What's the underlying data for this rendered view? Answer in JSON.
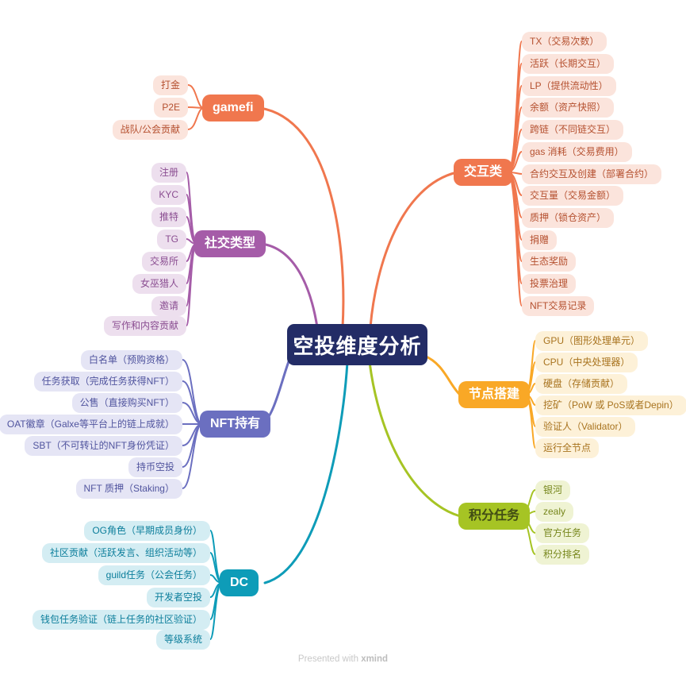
{
  "central": {
    "label": "空投维度分析",
    "bg": "#232C66",
    "text_color": "#FFFFFF"
  },
  "watermark": {
    "prefix": "Presented with ",
    "brand": "xmind"
  },
  "branches": [
    {
      "label": "gamefi",
      "side": "left",
      "color": "#F0774E",
      "child_bg": "#FBE4DC",
      "child_text": "#B5502F",
      "children": [
        "打金",
        "P2E",
        "战队/公会贡献"
      ]
    },
    {
      "label": "社交类型",
      "side": "left",
      "color": "#A55CA8",
      "child_bg": "#EDDFEE",
      "child_text": "#8A4D91",
      "children": [
        "注册",
        "KYC",
        "推特",
        "TG",
        "交易所",
        "女巫猎人",
        "邀请",
        "写作和内容贡献"
      ]
    },
    {
      "label": "NFT持有",
      "side": "left",
      "color": "#6B6FC0",
      "child_bg": "#E5E5F5",
      "child_text": "#50549E",
      "children": [
        "白名单（预购资格）",
        "任务获取（完成任务获得NFT）",
        "公售（直接购买NFT）",
        "OAT徽章（Galxe等平台上的链上成就）",
        "SBT（不可转让的NFT身份凭证）",
        "持币空投",
        "NFT 质押（Staking）"
      ]
    },
    {
      "label": "DC",
      "side": "left",
      "color": "#0E9CB8",
      "child_bg": "#D4EDF3",
      "child_text": "#0C7E9B",
      "children": [
        "OG角色（早期成员身份）",
        "社区贡献（活跃发言、组织活动等）",
        "guild任务（公会任务）",
        "开发者空投",
        "钱包任务验证（链上任务的社区验证）",
        "等级系统"
      ]
    },
    {
      "label": "交互类",
      "side": "right",
      "color": "#F0774E",
      "child_bg": "#FBE4DC",
      "child_text": "#B5502F",
      "children": [
        "TX（交易次数）",
        "活跃（长期交互）",
        "LP（提供流动性）",
        "余额（资产快照）",
        "跨链（不同链交互）",
        "gas 消耗（交易费用）",
        "合约交互及创建（部署合约）",
        "交互量（交易金额）",
        "质押（锁仓资产）",
        "捐赠",
        "生态奖励",
        "投票治理",
        "NFT交易记录"
      ]
    },
    {
      "label": "节点搭建",
      "side": "right",
      "color": "#F9A826",
      "child_bg": "#FDF1D8",
      "child_text": "#A8731E",
      "children": [
        "GPU（图形处理单元）",
        "CPU（中央处理器）",
        "硬盘（存储贡献）",
        "挖矿（PoW 或 PoS或者Depin）",
        "验证人（Validator）",
        "运行全节点"
      ]
    },
    {
      "label": "积分任务",
      "side": "right",
      "color": "#A6C424",
      "child_bg": "#EFF3D3",
      "child_text": "#76861B",
      "children": [
        "银河",
        "zealy",
        "官方任务",
        "积分排名"
      ]
    }
  ]
}
